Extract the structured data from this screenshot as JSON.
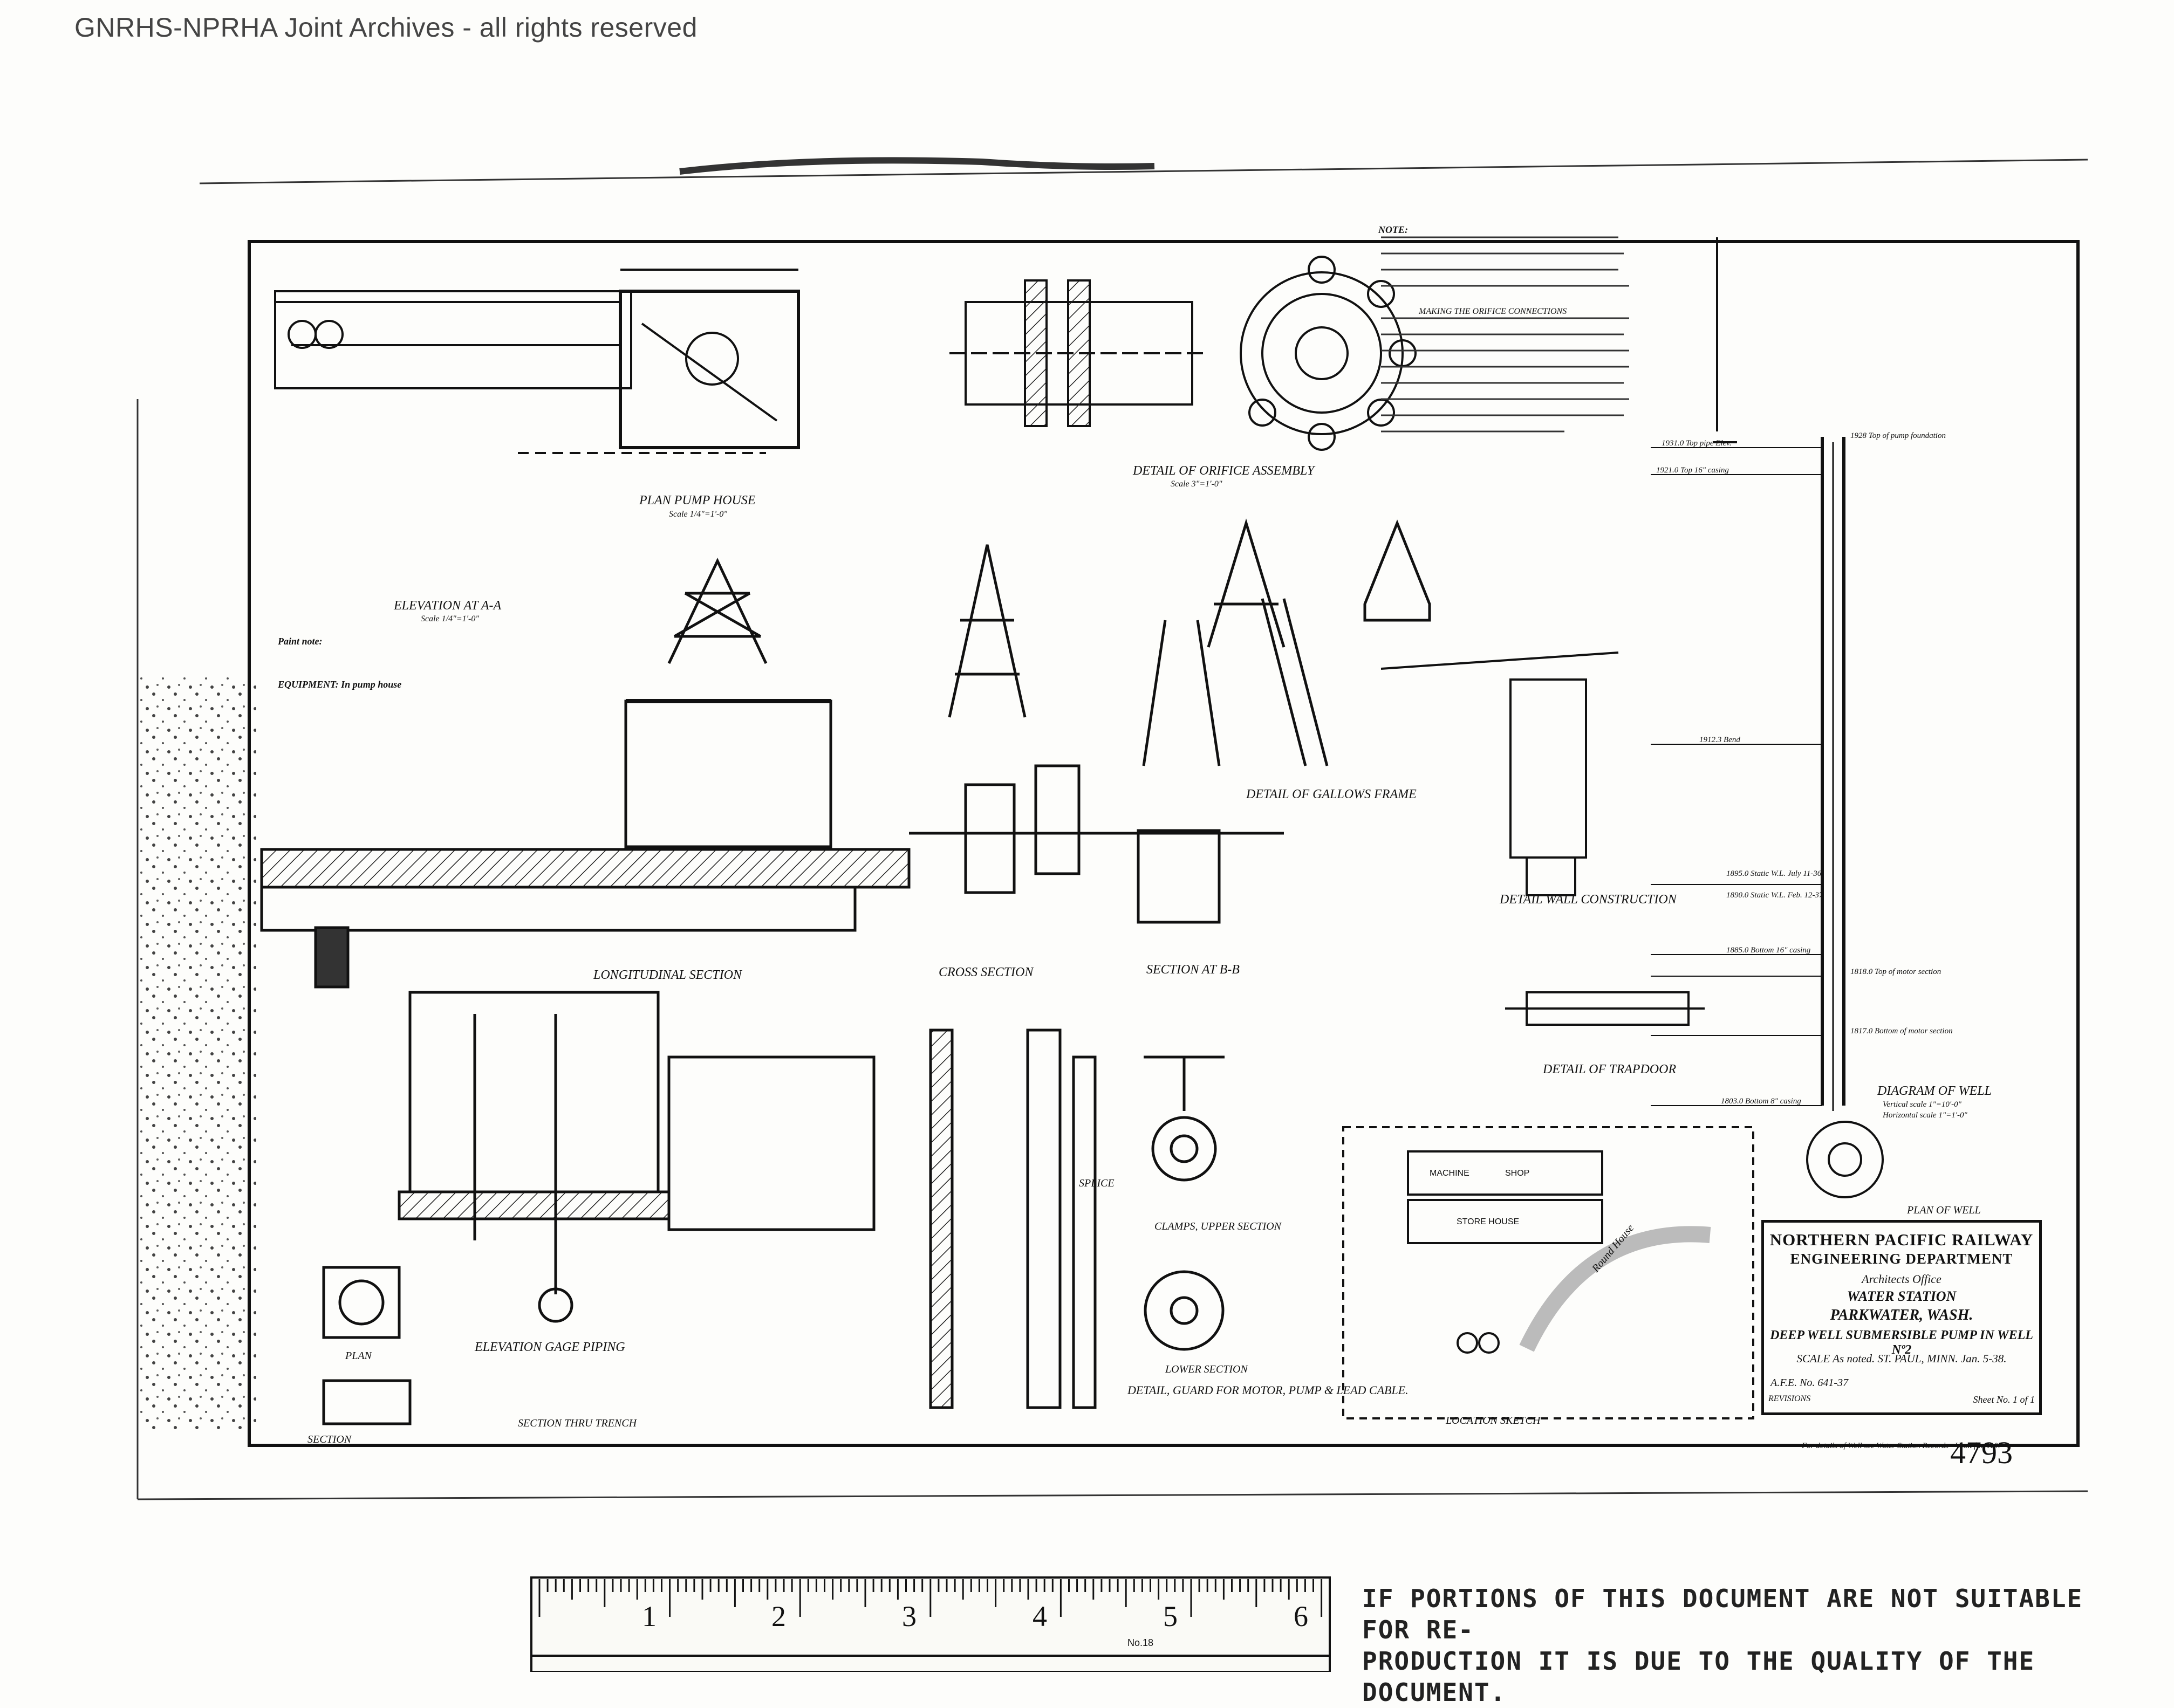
{
  "watermark": "GNRHS-NPRHA Joint Archives - all rights reserved",
  "drawing_number": "4793",
  "title_block": {
    "company": "NORTHERN PACIFIC RAILWAY",
    "department": "ENGINEERING DEPARTMENT",
    "office": "Architects Office",
    "station": "WATER STATION",
    "location": "PARKWATER, WASH.",
    "title": "DEEP WELL SUBMERSIBLE PUMP IN WELL Nº2",
    "scale_line": "SCALE As noted.   ST. PAUL, MINN. Jan. 5-38.",
    "afe": "A.F.E. No. 641-37",
    "revisions_header": "REVISIONS",
    "sheet": "Sheet No. 1 of 1"
  },
  "views": {
    "plan_pump_house": "PLAN PUMP HOUSE",
    "detail_orifice": "DETAIL OF ORIFICE ASSEMBLY",
    "elevation_aa": "ELEVATION AT A-A",
    "detail_gallows": "DETAIL OF GALLOWS FRAME",
    "detail_wall": "DETAIL WALL CONSTRUCTION",
    "longitudinal_section": "LONGITUDINAL SECTION",
    "cross_section": "CROSS SECTION",
    "section_bb": "SECTION AT B-B",
    "detail_trapdoor": "DETAIL OF TRAPDOOR",
    "diagram_well": "DIAGRAM OF WELL",
    "plan_well": "PLAN OF WELL",
    "elevation_gage": "ELEVATION GAGE PIPING",
    "plan": "PLAN",
    "section": "SECTION",
    "section_trench": "SECTION THRU TRENCH",
    "splice": "SPLICE",
    "clamps_upper": "CLAMPS, UPPER SECTION",
    "lower_section": "LOWER SECTION",
    "detail_guard": "DETAIL, GUARD FOR MOTOR, PUMP & LEAD CABLE.",
    "location_sketch": "LOCATION SKETCH"
  },
  "scales": {
    "plan_pump_house": "Scale 1/4\"=1'-0\"",
    "detail_orifice": "Scale 3\"=1'-0\"",
    "elevation_aa": "Scale 1/4\"=1'-0\"",
    "diagram_well": "Vertical scale 1\"=10'-0\"",
    "diagram_well_h": "Horizontal scale 1\"=1'-0\""
  },
  "location_labels": {
    "machine": "MACHINE",
    "shop": "SHOP",
    "store_house": "STORE HOUSE",
    "round_house": "Round House"
  },
  "notes": {
    "paint_note": "Paint note:",
    "equipment": "EQUIPMENT: In pump house",
    "note_header": "NOTE:",
    "orifice_heading": "MAKING THE ORIFICE CONNECTIONS"
  },
  "well_levels": [
    "1931.0 Top pipe Elev.",
    "1928 Top of pump foundation",
    "1921.0 Top 16\" casing",
    "1912.3 Bend",
    "1895.0 Static W.L. July 11-36",
    "1890.0 Static W.L. Feb. 12-37",
    "1885.0 Bottom 16\" casing",
    "1818.0 Top of motor section",
    "1817.0 Bottom of motor section",
    "1803.0 Bottom 8\" casing"
  ],
  "footer_note": "For details of Well see Water Station Records - Vault file 1107-4",
  "ruler_numbers": [
    "1",
    "2",
    "3",
    "4",
    "5",
    "6"
  ],
  "ruler_maker": "No.18",
  "stamp": "IF PORTIONS OF THIS DOCUMENT ARE NOT SUITABLE FOR RE-\nPRODUCTION IT IS DUE TO THE QUALITY OF THE DOCUMENT."
}
